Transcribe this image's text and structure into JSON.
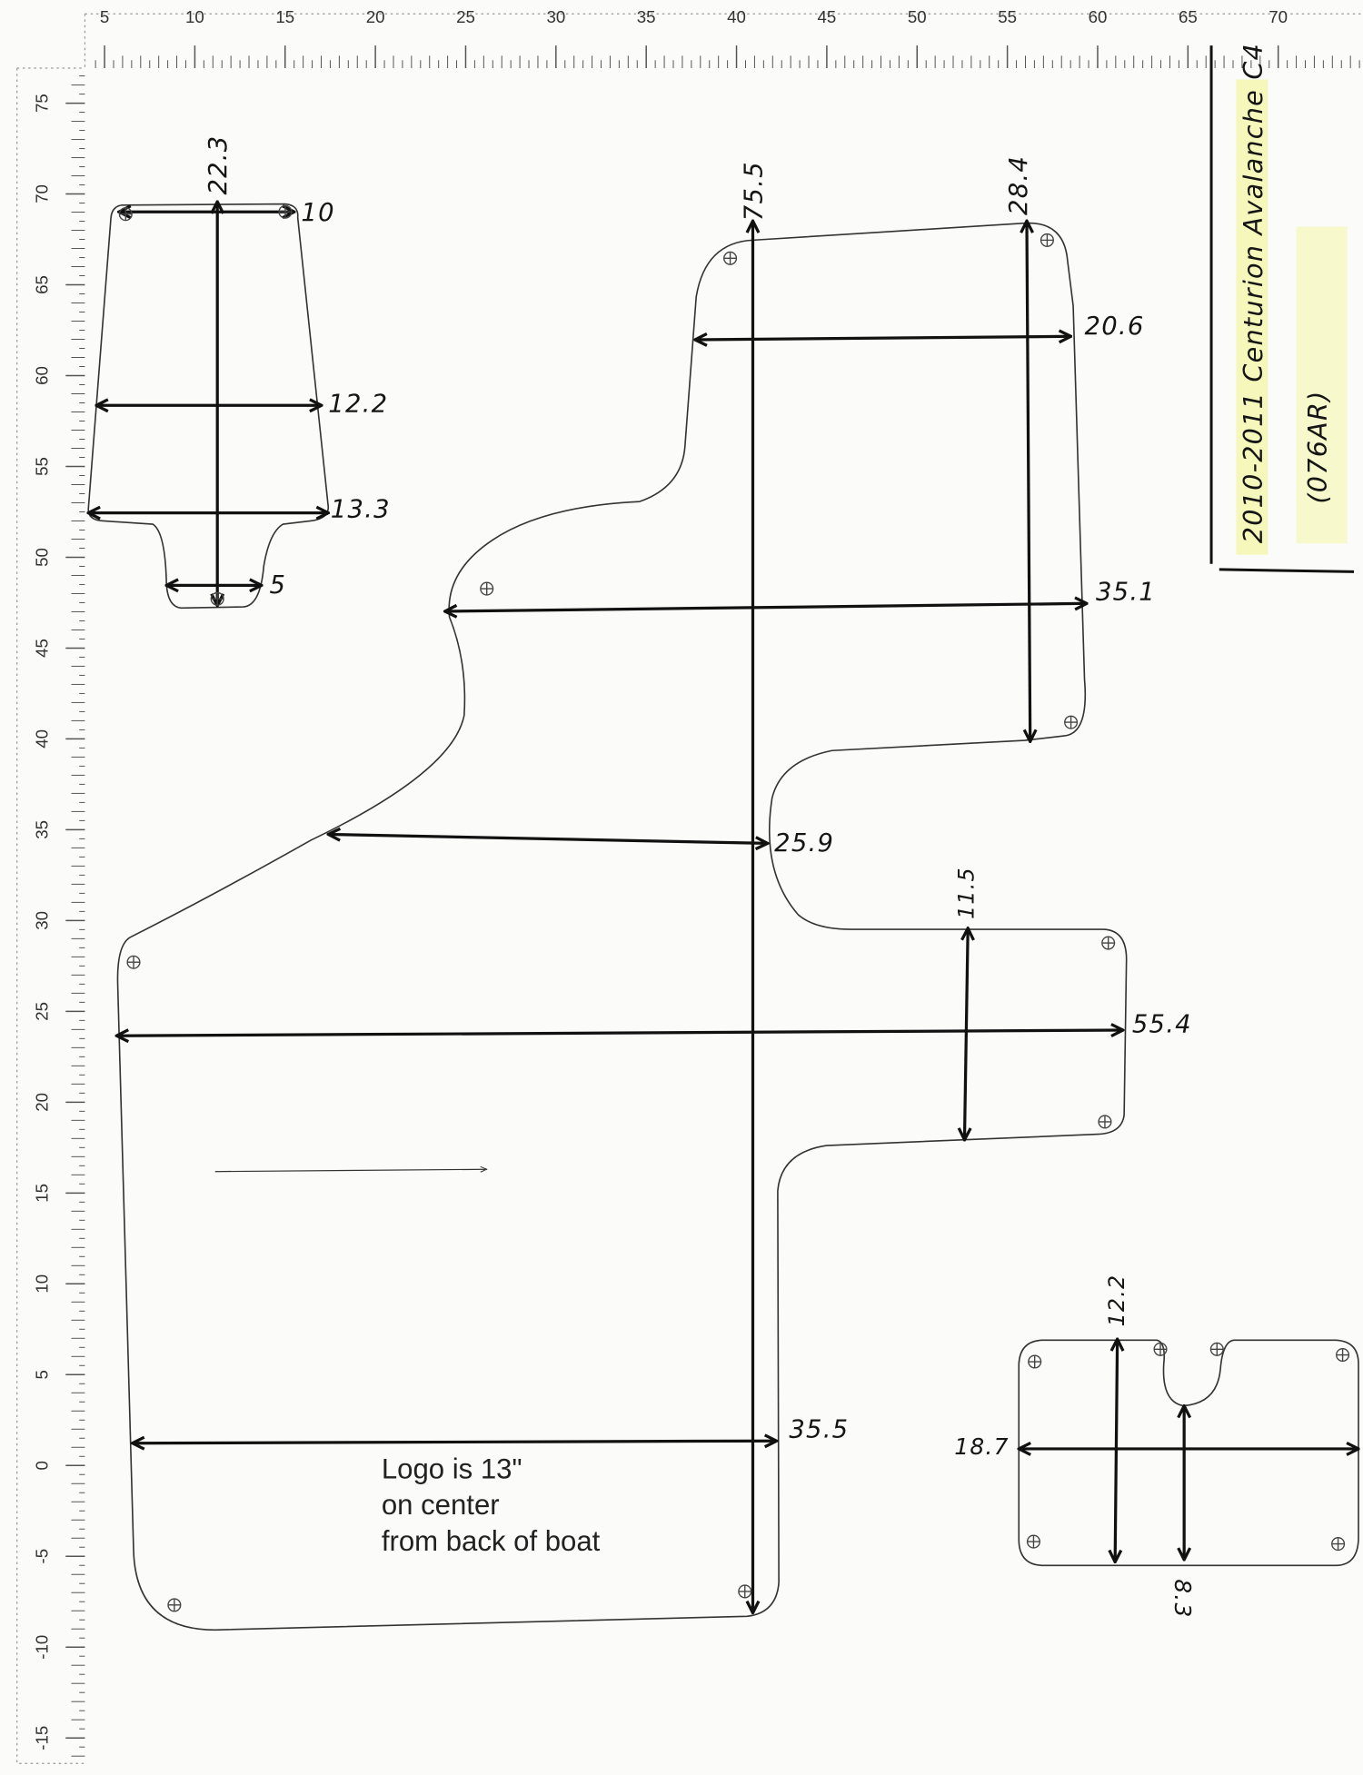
{
  "ruler": {
    "top_labels": [
      "5",
      "10",
      "15",
      "20",
      "25",
      "30",
      "35",
      "40",
      "45",
      "50",
      "55",
      "60",
      "65",
      "70"
    ],
    "left_labels": [
      "75",
      "70",
      "65",
      "60",
      "55",
      "50",
      "45",
      "40",
      "35",
      "30",
      "25",
      "20",
      "15",
      "10",
      "5",
      "0",
      "-5",
      "-10",
      "-15"
    ]
  },
  "title_block": {
    "line1": "2010-2011 Centurion Avalanche C4",
    "line2": "(076AR)",
    "highlight_color": "#f4f7a0"
  },
  "pieces": {
    "small_top_left": {
      "height": "22.3",
      "top_width": "10",
      "mid_width": "12.2",
      "lower_width": "13.3",
      "tab_width": "5"
    },
    "main": {
      "length": "75.5",
      "right_height": "28.4",
      "top_width": "20.6",
      "upper_width": "35.1",
      "mid_width": "25.9",
      "notch_height": "11.5",
      "full_width": "55.4",
      "rear_width": "35.5"
    },
    "small_bottom_right": {
      "height": "12.2",
      "width": "18.7",
      "notch_depth": "8.3"
    }
  },
  "note": {
    "line1": "Logo is 13\"",
    "line2": "on center",
    "line3": "from back of boat"
  },
  "colors": {
    "ink": "#111111",
    "paper": "#fbfbfa"
  }
}
